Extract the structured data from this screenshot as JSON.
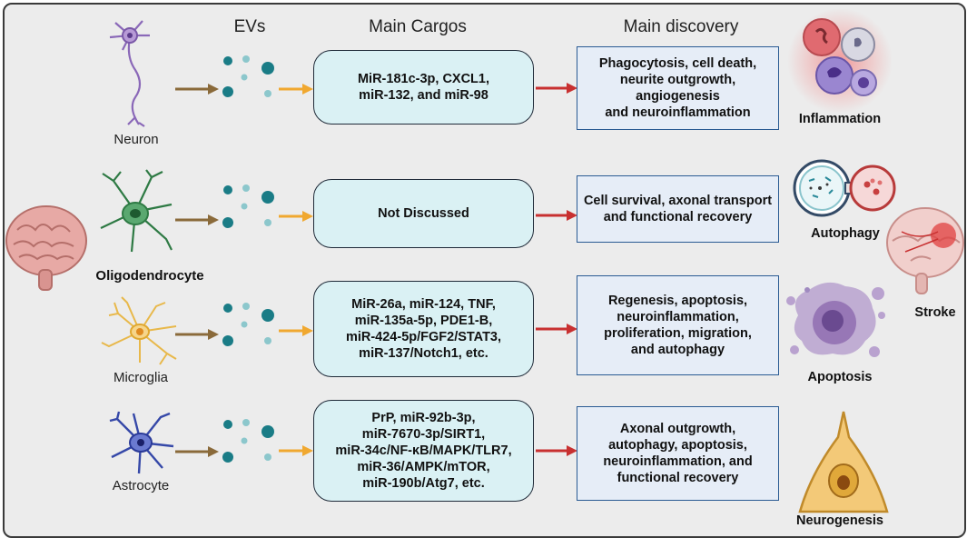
{
  "headers": {
    "evs": "EVs",
    "cargos": "Main Cargos",
    "discovery": "Main discovery"
  },
  "rows": [
    {
      "cell": "Neuron",
      "cargo": "MiR-181c-3p, CXCL1,\nmiR-132, and miR-98",
      "discovery": "Phagocytosis, cell death,\nneurite outgrowth,\nangiogenesis\nand neuroinflammation",
      "outcome": "Inflammation"
    },
    {
      "cell": "Oligodendrocyte",
      "cargo": "Not Discussed",
      "discovery": "Cell survival, axonal transport\nand functional recovery",
      "outcome": "Autophagy"
    },
    {
      "cell": "Microglia",
      "cargo": "MiR-26a,  miR-124, TNF,\nmiR-135a-5p, PDE1-B,\nmiR-424-5p/FGF2/STAT3,\nmiR-137/Notch1, etc.",
      "discovery": "Regenesis, apoptosis,\nneuroinflammation,\nproliferation, migration,\nand autophagy",
      "outcome": "Apoptosis"
    },
    {
      "cell": "Astrocyte",
      "cargo": "PrP, miR-92b-3p,\nmiR-7670-3p/SIRT1,\nmiR-34c/NF-κB/MAPK/TLR7,\nmiR-36/AMPK/mTOR,\nmiR-190b/Atg7, etc.",
      "discovery": "Axonal outgrowth,\nautophagy, apoptosis,\nneuroinflammation, and\nfunctional recovery",
      "outcome": "Neurogenesis"
    }
  ],
  "stroke_label": "Stroke",
  "icons": {
    "neuron": "neuron-icon",
    "oligodendrocyte": "oligodendrocyte-icon",
    "microglia": "microglia-icon",
    "astrocyte": "astrocyte-icon",
    "brain": "brain-icon",
    "stroke": "stroke-brain-icon",
    "inflammation": "inflammation-icon",
    "autophagy": "autophagy-icon",
    "apoptosis": "apoptosis-icon",
    "neurogenesis": "neurogenesis-cell-icon"
  },
  "colors": {
    "cargo_fill": "#daf1f4",
    "discovery_border": "#2a5b93",
    "ev_dot": "#1a7c86",
    "arrow_brown": "#8a6a3a",
    "arrow_orange": "#f0a830",
    "arrow_red": "#c83030"
  }
}
